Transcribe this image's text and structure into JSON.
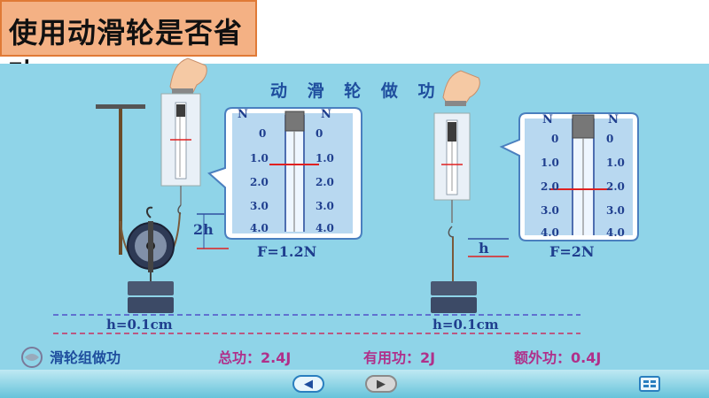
{
  "slide": {
    "title": "使用动滑轮是否省功",
    "heading": "动 滑 轮 做 功"
  },
  "left_setup": {
    "zoom_force_label": "F=1.2N",
    "rise_label": "2h",
    "height_label": "h=0.1cm",
    "scale_unit": "N",
    "ticks": [
      "0",
      "1.0",
      "2.0",
      "3.0",
      "4.0"
    ],
    "reading": 1.2
  },
  "right_setup": {
    "zoom_force_label": "F=2N",
    "rise_label": "h",
    "height_label": "h=0.1cm",
    "scale_unit": "N",
    "ticks": [
      "0",
      "1.0",
      "2.0",
      "3.0",
      "4.0"
    ],
    "reading": 2.0
  },
  "summary": {
    "section": "滑轮组做功",
    "total_work": "总功：2.4J",
    "useful_work": "有用功：2J",
    "extra_work": "额外功：0.4J"
  },
  "nav": {
    "prev_icon": "arrow-left-icon",
    "next_icon": "arrow-right-icon",
    "menu_icon": "menu-grid-icon"
  },
  "colors": {
    "panel": "#8fd4e8",
    "title_bg": "#f4b184",
    "reading_marker": "#e02020",
    "dashed_line": "#5050c8"
  }
}
